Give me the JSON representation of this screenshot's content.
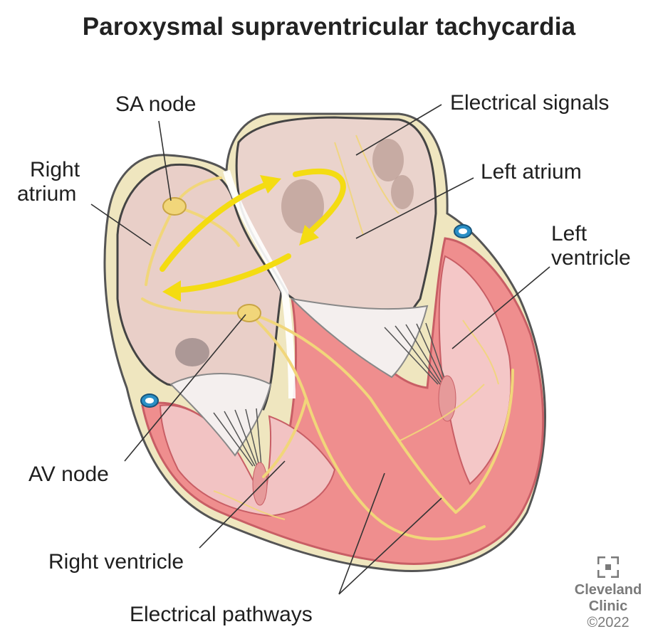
{
  "title": "Paroxysmal supraventricular tachycardia",
  "labels": {
    "sa_node": "SA node",
    "right_atrium_1": "Right",
    "right_atrium_2": "atrium",
    "electrical_signals": "Electrical signals",
    "left_atrium": "Left atrium",
    "left_ventricle_1": "Left",
    "left_ventricle_2": "ventricle",
    "av_node": "AV node",
    "right_ventricle": "Right ventricle",
    "electrical_pathways": "Electrical pathways"
  },
  "brand": {
    "name_1": "Cleveland",
    "name_2": "Clinic",
    "copyright": "©2022"
  },
  "colors": {
    "muscle": "#ef8e8e",
    "muscle_dark": "#c85e65",
    "chamber": "#e9cfc8",
    "valve": "#f4efee",
    "pathway": "#f1d67a",
    "arrow": "#f4dc12",
    "outline": "#444444",
    "fat": "#efe6bf"
  }
}
